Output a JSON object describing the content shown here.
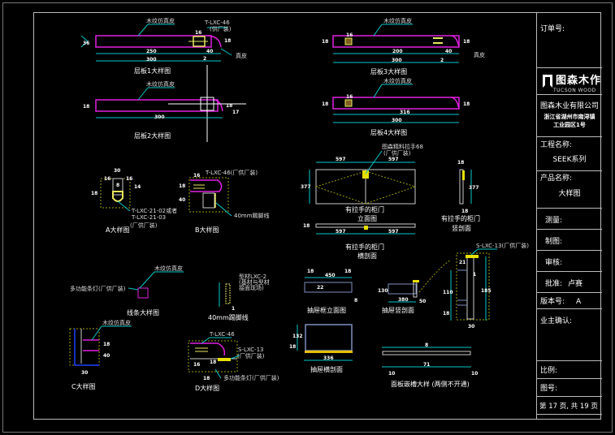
{
  "titleblock": {
    "order_no_label": "订单号:",
    "logo_cn": "图森木作",
    "logo_en": "TUCSON WOOD",
    "company": "图森木业有限公司",
    "address": "浙江省湖州市南浔镇工业园区1号",
    "project_label": "工程名称:",
    "project_value": "SEEK系列",
    "product_label": "产品名称:",
    "product_value": "大样图",
    "measure_label": "测量:",
    "draw_label": "制图:",
    "review_label": "审核:",
    "approve_label": "批准:",
    "approve_value": "卢赛",
    "version_label": "版本号:",
    "version_value": "A",
    "owner_label": "业主确认:",
    "scale_label": "比例:",
    "drawing_no_label": "图号:",
    "page_text": "第 17 页, 共 19 页"
  },
  "drawings": {
    "d1": {
      "caption": "层板1大样图",
      "veneer": "木纹仿真皮",
      "part": "T-LXC-46",
      "part_note": "(供厂装)",
      "skin": "真皮",
      "dims": [
        "36",
        "250",
        "16",
        "40",
        "300",
        "2",
        "18"
      ]
    },
    "d2": {
      "caption": "层板2大样图",
      "veneer": "木纹仿真皮",
      "dims": [
        "18",
        "300",
        "18",
        "17"
      ]
    },
    "d3": {
      "caption": "层板3大样图",
      "veneer": "木纹仿真皮",
      "skin": "真皮",
      "dims": [
        "18",
        "200",
        "40",
        "300",
        "2",
        "18",
        "16"
      ]
    },
    "d4": {
      "caption": "层板4大样图",
      "veneer": "木纹仿真皮",
      "dims": [
        "18",
        "18",
        "16",
        "316",
        "300"
      ]
    },
    "a": {
      "caption": "A大样图",
      "part1": "T-LXC-21-02或者",
      "part2": "T-LXC-21-03",
      "note": "(厂供厂装)",
      "dims": [
        "30",
        "16",
        "16",
        "8",
        "18",
        "14"
      ]
    },
    "b": {
      "caption": "B大样图",
      "part": "T-LXC-46(厂供厂装)",
      "trim": "40mm踢脚线",
      "dims": [
        "16",
        "18",
        "40"
      ]
    },
    "door_front": {
      "caption1": "有拉手的柜门",
      "caption2": "立面图",
      "handle": "图森精料拉手68",
      "handle_note": "(厂供厂装)",
      "dims": [
        "597",
        "597",
        "377"
      ]
    },
    "door_section": {
      "caption1": "有拉手的柜门",
      "caption2": "横剖面",
      "dims": [
        "18",
        "597",
        "597"
      ]
    },
    "door_side": {
      "caption1": "有拉手的柜门",
      "caption2": "竖剖面",
      "dims": [
        "18",
        "377",
        "18"
      ]
    },
    "line": {
      "caption": "线条大样图",
      "veneer": "木纹仿真皮",
      "light": "多功能条灯(厂供厂装)"
    },
    "skirting": {
      "caption": "40mm踢脚线",
      "note1": "型材LXC-2",
      "note2": "(基材与型材",
      "note3": "接面现场)",
      "dims": [
        "1"
      ]
    },
    "c": {
      "caption": "C大样图",
      "veneer": "木纹仿真皮",
      "dims": [
        "18",
        "40",
        "30"
      ]
    },
    "d": {
      "caption": "D大样图",
      "part": "T-LXC-46",
      "part2": "S-LXC-13",
      "part2_note": "(厂供厂装)",
      "light": "多功能条灯(厂供厂装)",
      "dims": [
        "16",
        "18",
        "18"
      ]
    },
    "base_front": {
      "caption": "抽屉框立面图",
      "dims": [
        "18",
        "450",
        "18",
        "22",
        "8"
      ]
    },
    "base_side": {
      "caption": "抽屉竖剖面",
      "dims": [
        "130",
        "380",
        "50"
      ]
    },
    "base_plan": {
      "caption": "抽屉横剖面",
      "dims": [
        "132",
        "18",
        "336"
      ]
    },
    "panel": {
      "caption": "面板嵌槽大样 (两侧不开通)",
      "dims": [
        "8",
        "71",
        "10",
        "10"
      ]
    },
    "e": {
      "part": "S-LXC-13(厂供厂装)",
      "dims": [
        "21",
        "1",
        "110",
        "18",
        "185",
        "30"
      ]
    }
  }
}
